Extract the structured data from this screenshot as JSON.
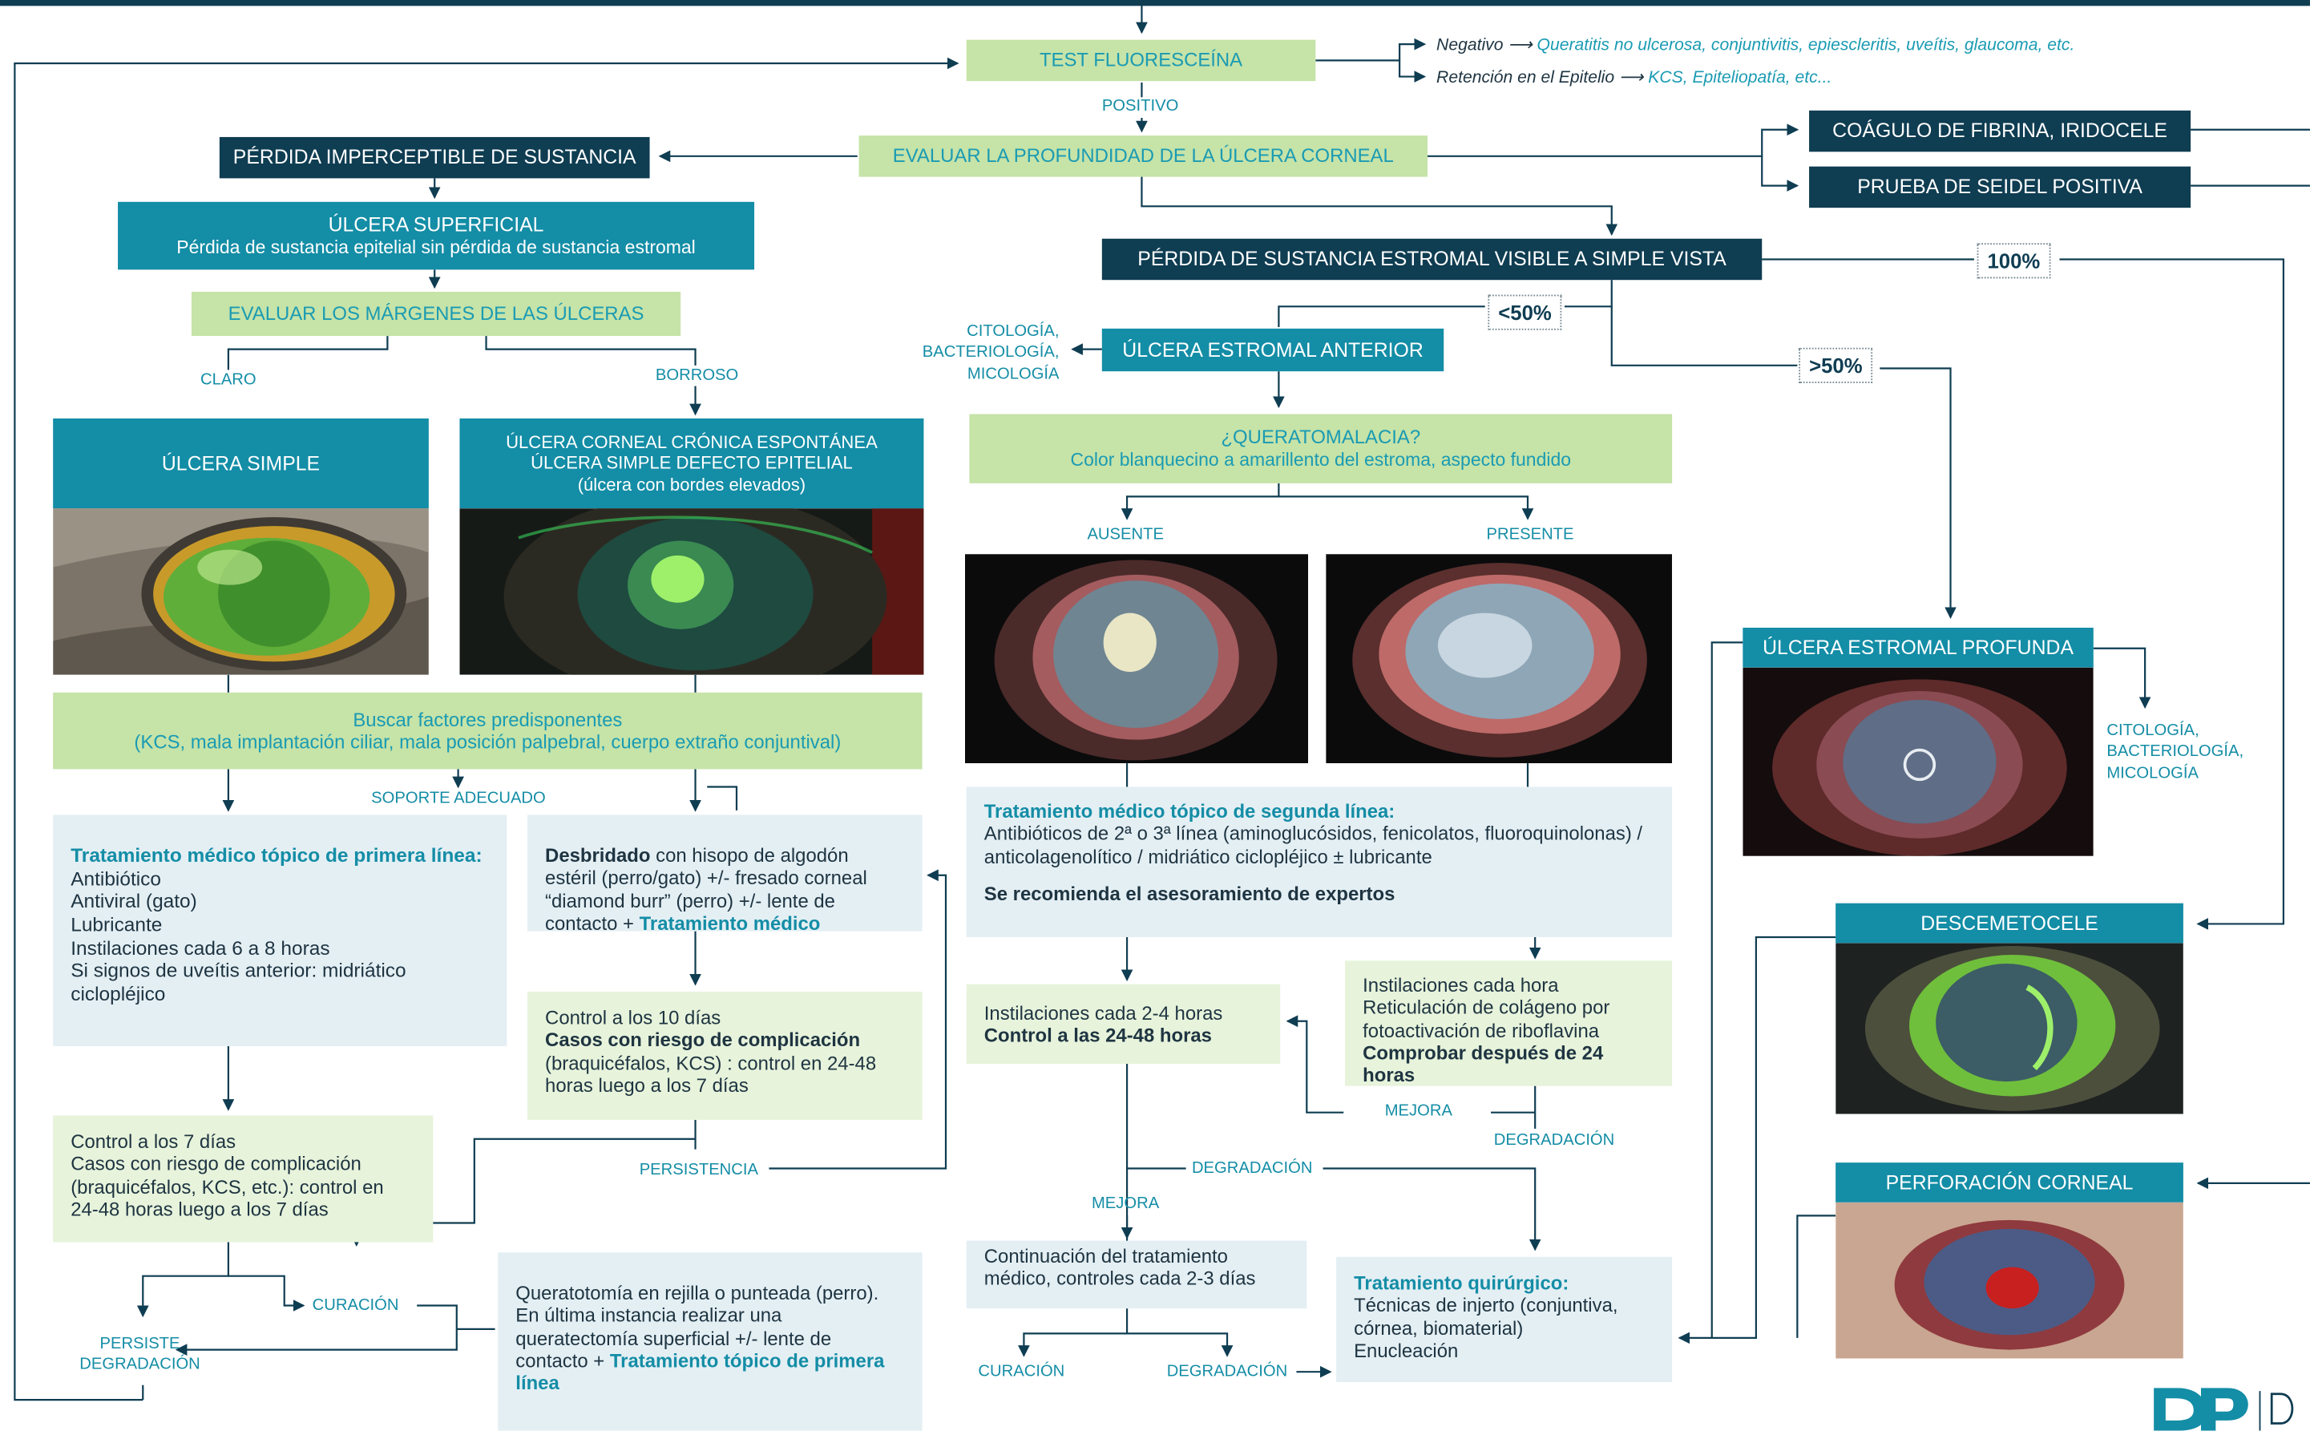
{
  "test_fluoresceina": "TEST FLUORESCEÍNA",
  "negativo": {
    "label": "Negativo",
    "result": "Queratitis no ulcerosa, conjuntivitis, epiescleritis, uveítis, glaucoma, etc."
  },
  "retencion": {
    "label": "Retención en el Epitelio",
    "result": "KCS, Epiteliopatía, etc..."
  },
  "positivo": "POSITIVO",
  "evaluar_profundidad": "EVALUAR LA PROFUNDIDAD DE LA ÚLCERA CORNEAL",
  "perdida_imperceptible": "PÉRDIDA IMPERCEPTIBLE DE SUSTANCIA",
  "coagulo": "COÁGULO DE FIBRINA, IRIDOCELE",
  "seidel": "PRUEBA DE SEIDEL POSITIVA",
  "ulcera_superficial": {
    "title": "ÚLCERA SUPERFICIAL",
    "subtitle": "Pérdida de sustancia epitelial sin pérdida de sustancia estromal"
  },
  "perdida_estromal": "PÉRDIDA DE SUSTANCIA ESTROMAL VISIBLE A SIMPLE VISTA",
  "pct_100": "100%",
  "pct_lt50": "<50%",
  "pct_gt50": ">50%",
  "evaluar_margenes": "EVALUAR LOS MÁRGENES DE LAS ÚLCERAS",
  "claro": "CLARO",
  "borroso": "BORROSO",
  "citologia_1": [
    "CITOLOGÍA,",
    "BACTERIOLOGÍA,",
    "MICOLOGÍA"
  ],
  "ulcera_estromal_anterior": "ÚLCERA ESTROMAL ANTERIOR",
  "ulcera_simple": "ÚLCERA SIMPLE",
  "ulcera_cronica": [
    "ÚLCERA CORNEAL CRÓNICA ESPONTÁNEA",
    "ÚLCERA SIMPLE DEFECTO EPITELIAL",
    "(úlcera con bordes elevados)"
  ],
  "queratomalacia": {
    "title": "¿QUERATOMALACIA?",
    "subtitle": "Color blanquecino a amarillento del estroma, aspecto fundido"
  },
  "ausente": "AUSENTE",
  "presente": "PRESENTE",
  "ulcera_estromal_profunda": "ÚLCERA ESTROMAL PROFUNDA",
  "citologia_2": [
    "CITOLOGÍA,",
    "BACTERIOLOGÍA,",
    "MICOLOGÍA"
  ],
  "buscar_factores": {
    "title": "Buscar factores predisponentes",
    "subtitle": "(KCS, mala implantación ciliar, mala posición palpebral, cuerpo extraño conjuntival)"
  },
  "soporte_adecuado": "SOPORTE ADECUADO",
  "tratamiento_primera": {
    "heading": "Tratamiento médico tópico de primera línea:",
    "lines": [
      "Antibiótico",
      "Antiviral (gato)",
      "Lubricante",
      "Instilaciones cada 6 a 8 horas",
      "Si signos de uveítis anterior: midriático ciclopléjico"
    ]
  },
  "desbridado": {
    "bold": "Desbridado",
    "text": " con hisopo de algodón estéril (perro/gato) +/- fresado corneal “diamond burr” (perro) +/- lente de contacto + ",
    "link": "Tratamiento médico"
  },
  "control_10": {
    "line1": "Control a los 10 días",
    "bold": "Casos con riesgo de complicación",
    "rest": " (braquicéfalos, KCS) : control en 24-48 horas luego a los 7 días"
  },
  "control_7": [
    "Control a los 7 días",
    "Casos con riesgo de complicación (braquicéfalos, KCS, etc.): control en 24-48 horas luego a los 7 días"
  ],
  "persistencia": "PERSISTENCIA",
  "curacion_1": "CURACIÓN",
  "persiste_degradacion": [
    "PERSISTE",
    "DEGRADACIÓN"
  ],
  "queratotomia": {
    "text": "Queratotomía en rejilla o punteada (perro). En última instancia realizar una queratectomía superficial +/- lente de contacto + ",
    "link": "Tratamiento tópico de primera línea"
  },
  "tratamiento_segunda": {
    "heading": "Tratamiento médico tópico de segunda línea:",
    "text": "Antibióticos de 2ª o 3ª línea (aminoglucósidos, fenicolatos, fluoroquinolonas) / anticolagenolítico / midriático ciclopléjico ± lubricante",
    "expert": "Se recomienda el asesoramiento de expertos"
  },
  "instilaciones_2_4": {
    "line1": "Instilaciones cada 2-4 horas",
    "bold": "Control a las 24-48 horas"
  },
  "instilaciones_hora": {
    "line1": "Instilaciones cada hora",
    "line2": "Reticulación de colágeno por fotoactivación de riboflavina",
    "bold": "Comprobar después de 24 horas"
  },
  "mejora_1": "MEJORA",
  "degradacion_1": "DEGRADACIÓN",
  "degradacion_2": "DEGRADACIÓN",
  "mejora_2": "MEJORA",
  "continuacion": "Continuación del tratamiento médico, controles cada 2-3 días",
  "curacion_2": "CURACIÓN",
  "degradacion_3": "DEGRADACIÓN",
  "tratamiento_quirurgico": {
    "heading": "Tratamiento quirúrgico:",
    "lines": [
      "Técnicas de injerto (conjuntiva, córnea, biomaterial)",
      "Enucleación"
    ]
  },
  "descemetocele": "DESCEMETOCELE",
  "perforacion": "PERFORACIÓN CORNEAL",
  "colors": {
    "dark": "#0f3d52",
    "teal": "#148da6",
    "light_green": "#c6e3a8",
    "pale_blue": "#e4eff4",
    "pale_green": "#e7f3db",
    "label_teal": "#1a9bb3"
  }
}
